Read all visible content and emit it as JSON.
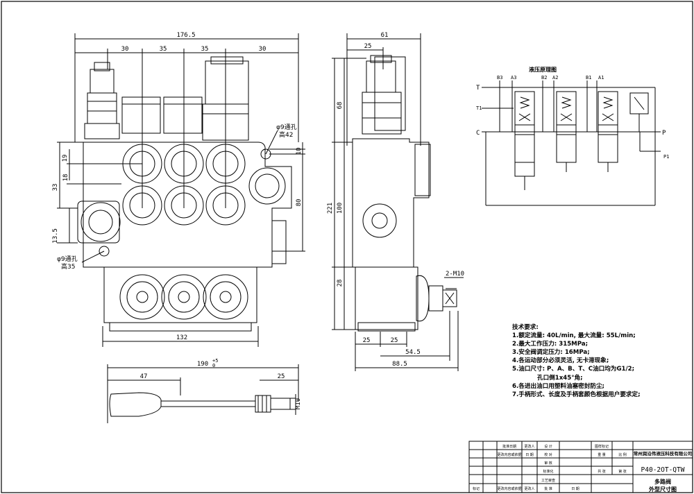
{
  "dimensions": {
    "top_overall": "176.5",
    "top_seg1": "30",
    "top_seg2": "35",
    "top_seg3": "35",
    "top_seg4": "30",
    "left_19": "19",
    "left_18": "18",
    "left_33": "33",
    "left_13_5": "13.5",
    "right_10": "10",
    "right_80": "80",
    "bottom_132": "132",
    "side_top_61": "61",
    "side_top_25": "25",
    "side_68": "68",
    "side_221": "221",
    "side_100": "100",
    "side_28": "28",
    "side_bottom_25a": "25",
    "side_bottom_25b": "25",
    "side_bottom_54_5": "54.5",
    "side_bottom_88_5": "88.5",
    "thread_2_m10": "2-M10",
    "handle_190": "190",
    "handle_190_tol": "+5",
    "handle_190_tol2": "0",
    "handle_47": "47",
    "handle_25": "25",
    "handle_m10": "M10"
  },
  "callouts": {
    "hole_top_1": "φ9通孔",
    "hole_top_2": "高42",
    "hole_bottom_1": "φ9通孔",
    "hole_bottom_2": "高35"
  },
  "schematic": {
    "title": "液压原理图",
    "ports_top": [
      "B3",
      "A3",
      "B2",
      "A2",
      "B1",
      "A1"
    ],
    "port_T": "T",
    "port_T1": "T1",
    "port_C": "C",
    "port_P": "P",
    "port_P1": "P1"
  },
  "notes": {
    "title": "技术要求:",
    "items": [
      "1.额定流量: 40L/min, 最大流量: 55L/min;",
      "2.最大工作压力: 315MPa;",
      "3.安全阀调定压力: 16MPa;",
      "4.各运动部分必须灵活, 无卡滞现象;",
      "5.油口尺寸: P、A、B、T、C油口均为G1/2;",
      "孔口倒1x45°角;",
      "6.各进出油口用塑料油塞密封防尘;",
      "7.手柄形式、长度及手柄套颜色根据用户要求定;"
    ]
  },
  "title_block": {
    "company": "常州润沿伟液压科技有限公司",
    "model": "P40-2OT-QTW",
    "name_1": "多路阀",
    "name_2": "外型尺寸图",
    "labels": [
      "设 计",
      "校 对",
      "审 核",
      "标准化",
      "工艺审查",
      "批 准",
      "批准日期",
      "更改内容或依据",
      "更改人",
      "日 期"
    ],
    "labels_right": [
      "图样标记",
      "重 量",
      "比 例",
      "共 张",
      "第 张"
    ],
    "row_marks": [
      "标记",
      "更改内容或依据",
      "更改人",
      "日 期"
    ]
  }
}
